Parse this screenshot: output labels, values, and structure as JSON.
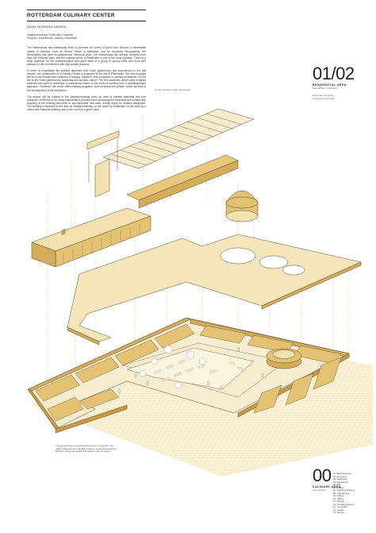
{
  "header": {
    "title": "ROTTERDAM  CULINARY CENTER",
    "author": "JUAN TEIXEIRA ZAPATA",
    "meta_lines": [
      "Vaalhavenseweg, Rotterdam, Holanda",
      "Program: educational, culinary, residential"
    ]
  },
  "description": {
    "paragraphs": [
      "The Netherlands has traditionally been a promoter for lovers of good food. Beyond a remarkable variety of cheeses, such as Gouda, Edam or Maasdam, and its renowned Stroopwafels, the Netherlands has seen its gastronomic reference grow. The Netherlands has already received more than 100 Michelin stars, and the culinary scene of Rotterdam is one of the most dynamic. There is a large audience for the professionalism and good taste of a group of young chefs who work with passion for the commitment with high quality products.",
      "In order to consolidate the positive dynamics that Dutch gastronomy has experienced in the last decade, the construction of a Culinary Center is proposed in the city of Rotterdam. The new proposal will be a new benchmark institution in training, research, and innovation in culinary techniques. It's the link to the Dutch gastronomy, academia and culinary culture. The new academic center aims to attract students who want to undertake a professional career in the world of cooking from a multidisciplinary approach. Therefore, the center offers training programs, both technical and private, which will lead to the development of the profession.",
      "The project will be located in the Vaalhavenseweg area, an area of marked industrial and port character, immersed in an urban regeneration process that is promoting the functional and constructive recycling of the existing structures to accommodate new uses, mainly ready for creative disciplines. The building is bounded to the east by Vaalhavenseweg, to the south by Rotterdam, to the west by a mixed-use industrial building, and to the north by a green area."
    ]
  },
  "levels": [
    {
      "number": "01/02",
      "name": "RESIDENTIAL AREA",
      "sub": "Second floor, First floor",
      "notes": [
        "Roof plans not shown",
        "Terrace and courtyard"
      ]
    },
    {
      "number": "00",
      "name": "CULINARY AREA",
      "sub": "Ground floor"
    }
  ],
  "annotations": {
    "left_note": "The ground floor is organised around two courtyards: the public plaza and the restaurant garden, connecting teaching kitchens, dining and auditorium spaces with the street.",
    "top_note": "Timber structure of the roof pergola"
  },
  "legend": {
    "items": [
      "01. Main Entrance",
      "02. Reception",
      "03. Auditorium",
      "04. Restaurant",
      "05. Bar",
      "06. Kitchen",
      "07. Teaching Kitchens",
      "08. Laboratories",
      "09. Library",
      "10. Offices",
      "11. Storage",
      "12. Changing Rooms",
      "13. Courtyard",
      "14. Garden",
      "15. Terrace"
    ]
  },
  "colors": {
    "accent": "#e3c373",
    "accent_light": "#f3e2b0",
    "accent_pale": "#faf1d6",
    "line": "#5a4a2a"
  }
}
